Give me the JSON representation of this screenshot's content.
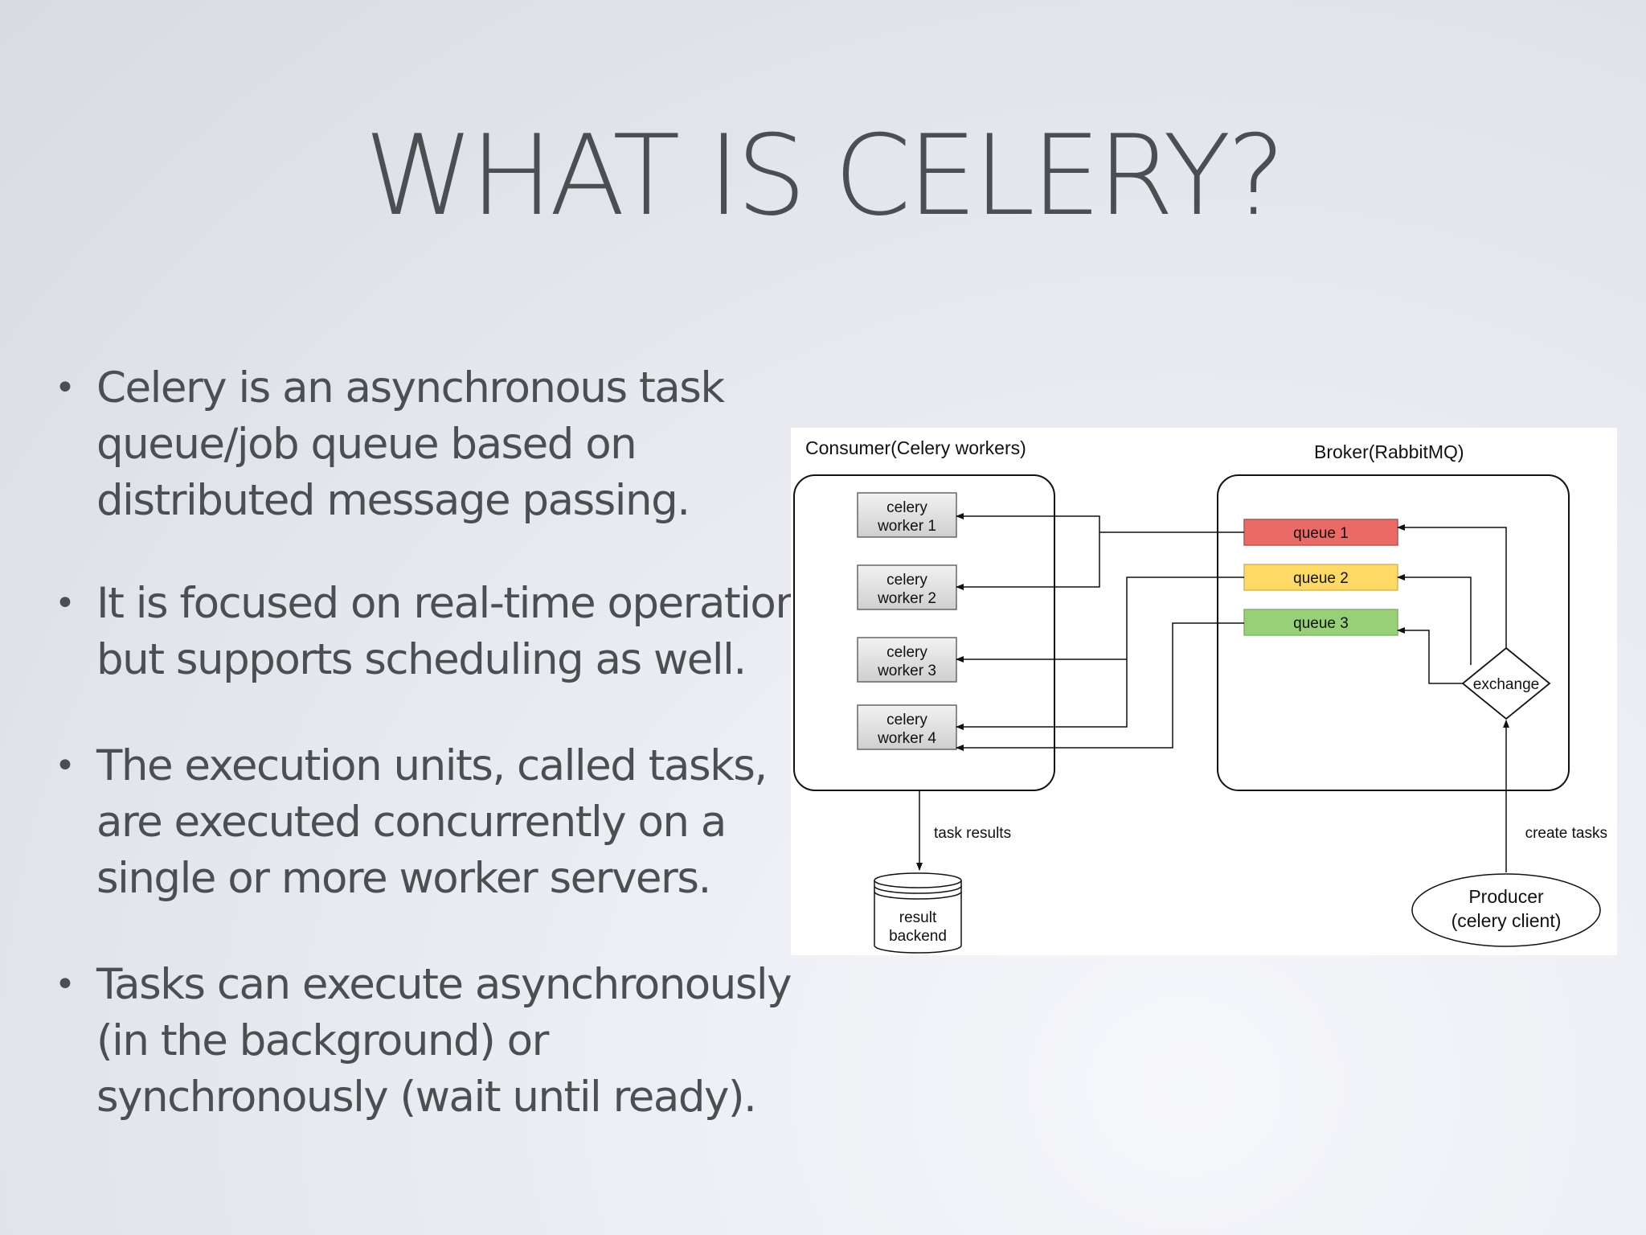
{
  "slide": {
    "title": "WHAT IS CELERY?"
  },
  "bullets": [
    {
      "lines": [
        "Celery is an asynchronous task",
        "queue/job queue based on",
        "distributed message passing."
      ]
    },
    {
      "lines": [
        "It is focused on real-time operation,",
        "but supports scheduling as well."
      ]
    },
    {
      "lines": [
        "The execution units, called tasks,",
        "are executed concurrently on a",
        "single or more worker servers."
      ]
    },
    {
      "lines": [
        "Tasks can execute asynchronously",
        "(in the background) or",
        "synchronously (wait until ready)."
      ]
    }
  ],
  "diagram": {
    "consumer_label": "Consumer(Celery workers)",
    "broker_label": "Broker(RabbitMQ)",
    "workers": [
      {
        "line1": "celery",
        "line2": "worker 1"
      },
      {
        "line1": "celery",
        "line2": "worker 2"
      },
      {
        "line1": "celery",
        "line2": "worker 3"
      },
      {
        "line1": "celery",
        "line2": "worker 4"
      }
    ],
    "queues": [
      {
        "label": "queue 1",
        "color": "#ea6b66",
        "border": "#b85450"
      },
      {
        "label": "queue 2",
        "color": "#ffd966",
        "border": "#d6b656"
      },
      {
        "label": "queue 3",
        "color": "#97d077",
        "border": "#82b366"
      }
    ],
    "exchange_label": "exchange",
    "task_results_label": "task results",
    "create_tasks_label": "create tasks",
    "result_backend": {
      "line1": "result",
      "line2": "backend"
    },
    "producer": {
      "line1": "Producer",
      "line2": "(celery client)"
    }
  }
}
